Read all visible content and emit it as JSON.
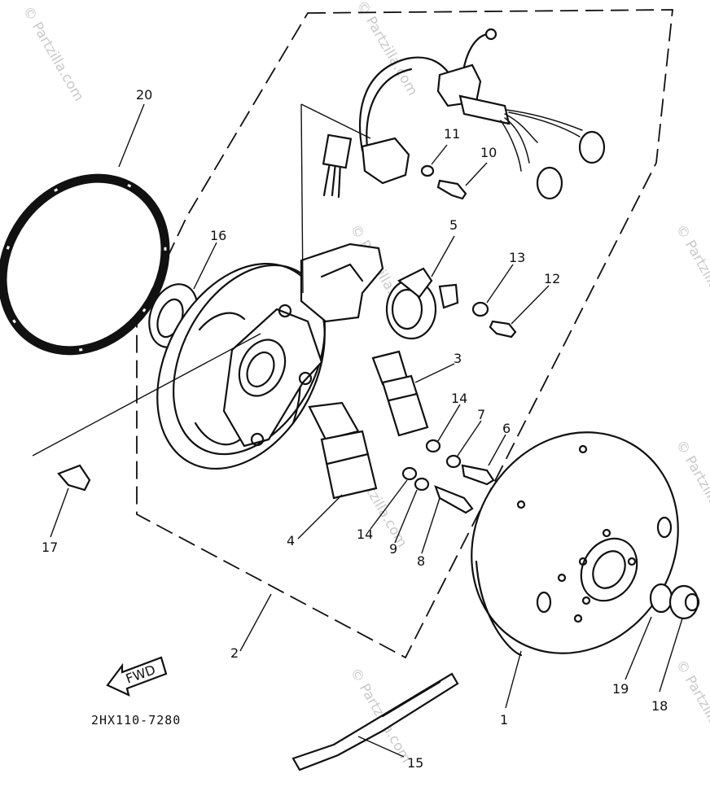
{
  "diagram": {
    "code": "2HX110-7280",
    "fwd_label": "FWD",
    "watermark": "© Partzilla.com",
    "callouts": [
      {
        "id": "c1",
        "label": "1"
      },
      {
        "id": "c2",
        "label": "2"
      },
      {
        "id": "c3",
        "label": "3"
      },
      {
        "id": "c4",
        "label": "4"
      },
      {
        "id": "c5",
        "label": "5"
      },
      {
        "id": "c6",
        "label": "6"
      },
      {
        "id": "c7",
        "label": "7"
      },
      {
        "id": "c8",
        "label": "8"
      },
      {
        "id": "c9",
        "label": "9"
      },
      {
        "id": "c10",
        "label": "10"
      },
      {
        "id": "c11",
        "label": "11"
      },
      {
        "id": "c12",
        "label": "12"
      },
      {
        "id": "c13",
        "label": "13"
      },
      {
        "id": "c14a",
        "label": "14"
      },
      {
        "id": "c14b",
        "label": "14"
      },
      {
        "id": "c15",
        "label": "15"
      },
      {
        "id": "c16",
        "label": "16"
      },
      {
        "id": "c17",
        "label": "17"
      },
      {
        "id": "c18",
        "label": "18"
      },
      {
        "id": "c19",
        "label": "19"
      },
      {
        "id": "c20",
        "label": "20"
      }
    ]
  }
}
